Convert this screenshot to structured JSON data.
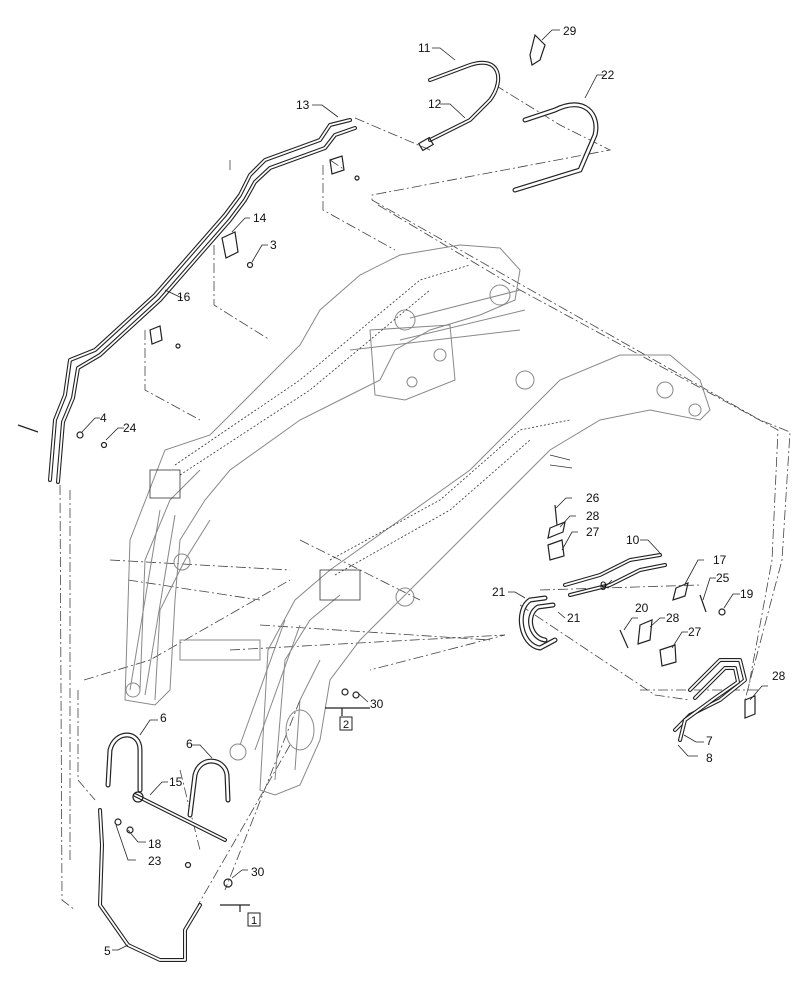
{
  "callouts": {
    "c29": "29",
    "c11": "11",
    "c22": "22",
    "c12": "12",
    "c13": "13",
    "c14": "14",
    "c3": "3",
    "c16": "16",
    "c4": "4",
    "c24": "24",
    "c26": "26",
    "c28a": "28",
    "c27a": "27",
    "c10": "10",
    "c17": "17",
    "c9": "9",
    "c25": "25",
    "c21a": "21",
    "c21b": "21",
    "c19": "19",
    "c20": "20",
    "c28b": "28",
    "c27b": "27",
    "c28c": "28",
    "c7": "7",
    "c8": "8",
    "c30a": "30",
    "c6a": "6",
    "c6b": "6",
    "c15": "15",
    "c18": "18",
    "c23": "23",
    "c30b": "30",
    "c5": "5"
  },
  "boxed_labels": {
    "b2": "2",
    "b1": "1"
  }
}
